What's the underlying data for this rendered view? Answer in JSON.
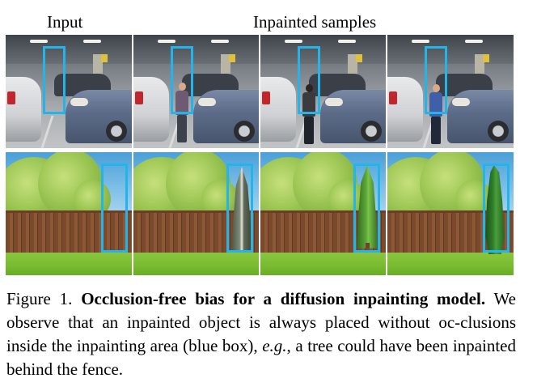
{
  "headers": {
    "input": "Input",
    "inpainted": "Inpainted samples"
  },
  "caption": {
    "label": "Figure 1.",
    "title": "Occlusion-free bias for a diffusion inpainting model.",
    "body_1": "We observe that an inpainted object is always placed without oc-",
    "body_2": "clusions inside the inpainting area (blue box), ",
    "body_eg": "e.g.",
    "body_3": ", a tree could",
    "body_4": "have been inpainted behind the fence."
  },
  "rows": [
    {
      "scene": "parking-garage",
      "tiles": [
        "input-masked",
        "person-purple-shirt",
        "person-back-view",
        "person-blue-shirt"
      ]
    },
    {
      "scene": "garden-fence",
      "tiles": [
        "input-masked",
        "tree-pale-conifer",
        "tree-green-conifer",
        "tree-dark-conifer"
      ]
    }
  ],
  "colors": {
    "inpaint_box": "#23b4ea"
  }
}
